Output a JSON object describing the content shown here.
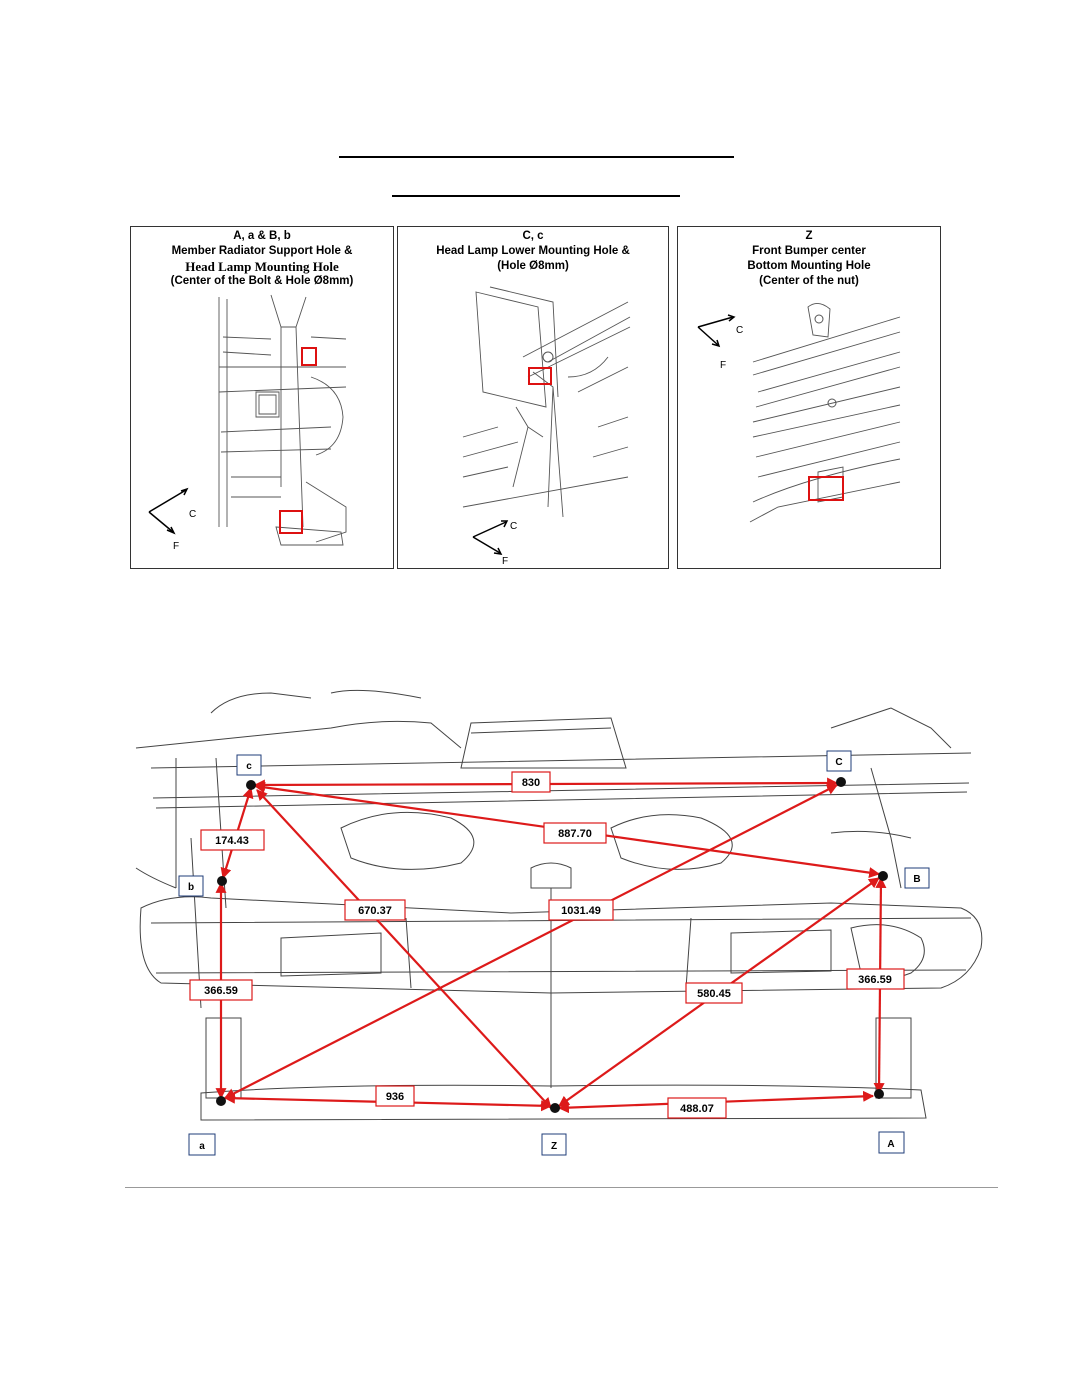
{
  "panels": [
    {
      "id": "A",
      "lines": [
        "A, a &  B, b",
        "Member Radiator Support Hole &",
        "Head Lamp Mounting Hole",
        "(Center of the Bolt & Hole Ø8mm)"
      ],
      "axis": {
        "c": "C",
        "f": "F"
      }
    },
    {
      "id": "C",
      "lines": [
        "C, c",
        "Head Lamp Lower Mounting Hole &",
        "(Hole Ø8mm)"
      ],
      "axis": {
        "c": "C",
        "f": "F"
      }
    },
    {
      "id": "Z",
      "lines": [
        "Z",
        "Front Bumper center",
        "Bottom  Mounting Hole",
        "(Center of the nut)"
      ],
      "axis": {
        "c": "C",
        "f": "F"
      }
    }
  ],
  "points": {
    "c": "c",
    "C": "C",
    "b": "b",
    "B": "B",
    "a": "a",
    "A": "A",
    "Z": "Z"
  },
  "dimensions": {
    "cC": "830",
    "cB": "887.70",
    "cb": "174.43",
    "cZ": "670.37",
    "aC": "1031.49",
    "ba": "366.59",
    "BA": "366.59",
    "ZB": "580.45",
    "aZ": "936",
    "ZA": "488.07"
  },
  "colors": {
    "dimension": "#dd1a1a",
    "label_border": "#1f3c78",
    "frame": "#333333"
  }
}
